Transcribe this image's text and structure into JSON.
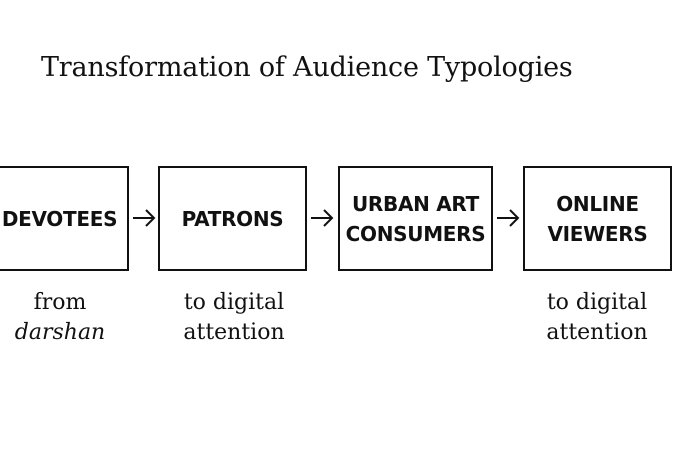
{
  "title": "Transformation of Audience Typologies",
  "stages": [
    {
      "label": "DEVOTEES"
    },
    {
      "label": "PATRONS"
    },
    {
      "label": "URBAN ART\nCONSUMERS"
    },
    {
      "label": "ONLINE\nVIEWERS"
    }
  ],
  "captions": {
    "devotees": {
      "line1": "from",
      "line2": "darshan"
    },
    "patrons": {
      "line1": "to digital",
      "line2": "attention"
    },
    "online_viewers": {
      "line1": "to digital",
      "line2": "attention"
    }
  },
  "icons": {
    "flow_arrow": "arrow-right-icon"
  },
  "colors": {
    "ink": "#111111",
    "background": "#ffffff"
  }
}
